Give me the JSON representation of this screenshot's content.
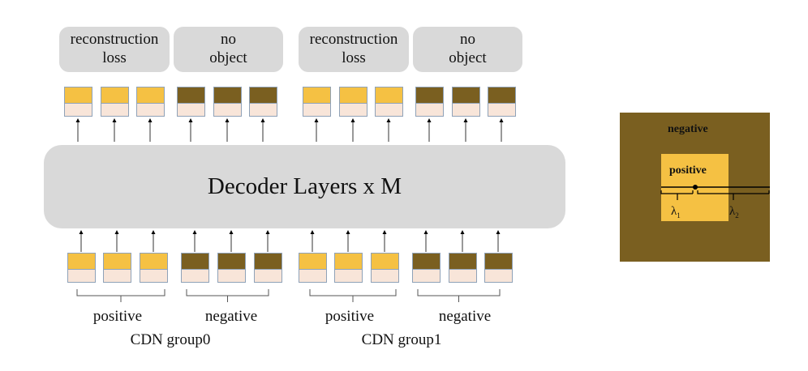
{
  "colors": {
    "positive": "#f5c143",
    "negative": "#7a5f20",
    "query_bottom": "#f8e5d9",
    "box_gray": "#d9d9d9"
  },
  "top_labels": [
    {
      "line1": "reconstruction",
      "line2": "loss"
    },
    {
      "line1": "no",
      "line2": "object"
    },
    {
      "line1": "reconstruction",
      "line2": "loss"
    },
    {
      "line1": "no",
      "line2": "object"
    }
  ],
  "decoder": {
    "label": "Decoder Layers x M"
  },
  "groups": [
    {
      "name": "CDN group0",
      "positive": "positive",
      "negative": "negative"
    },
    {
      "name": "CDN group1",
      "positive": "positive",
      "negative": "negative"
    }
  ],
  "query_types": [
    "positive",
    "positive",
    "positive",
    "negative",
    "negative",
    "negative",
    "positive",
    "positive",
    "positive",
    "negative",
    "negative",
    "negative"
  ],
  "panel": {
    "outer": "negative",
    "inner": "positive",
    "lambda1": "λ",
    "lambda1_sub": "1",
    "lambda2": "λ",
    "lambda2_sub": "2"
  }
}
